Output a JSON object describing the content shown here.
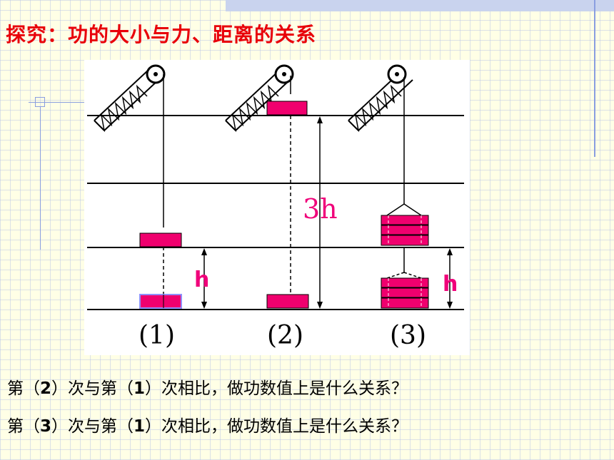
{
  "title": "探究：功的大小与力、距离的关系",
  "diagram": {
    "labels": {
      "h_left": "h",
      "h_right": "h",
      "three_h": "3h",
      "case1": "(1)",
      "case2": "(2)",
      "case3": "(3)"
    },
    "colors": {
      "block": "#f0006e",
      "label_pink": "#f0007a",
      "outline": "#9090ff"
    }
  },
  "questions": [
    {
      "prefix": "第（",
      "num": "2",
      "middle": "）次与第（",
      "num2": "1",
      "suffix": "）次相比，做功数值上是什么关系？"
    },
    {
      "prefix": "第（",
      "num": "3",
      "middle": "）次与第（",
      "num2": "1",
      "suffix": "）次相比，做功数值上是什么关系？"
    }
  ]
}
